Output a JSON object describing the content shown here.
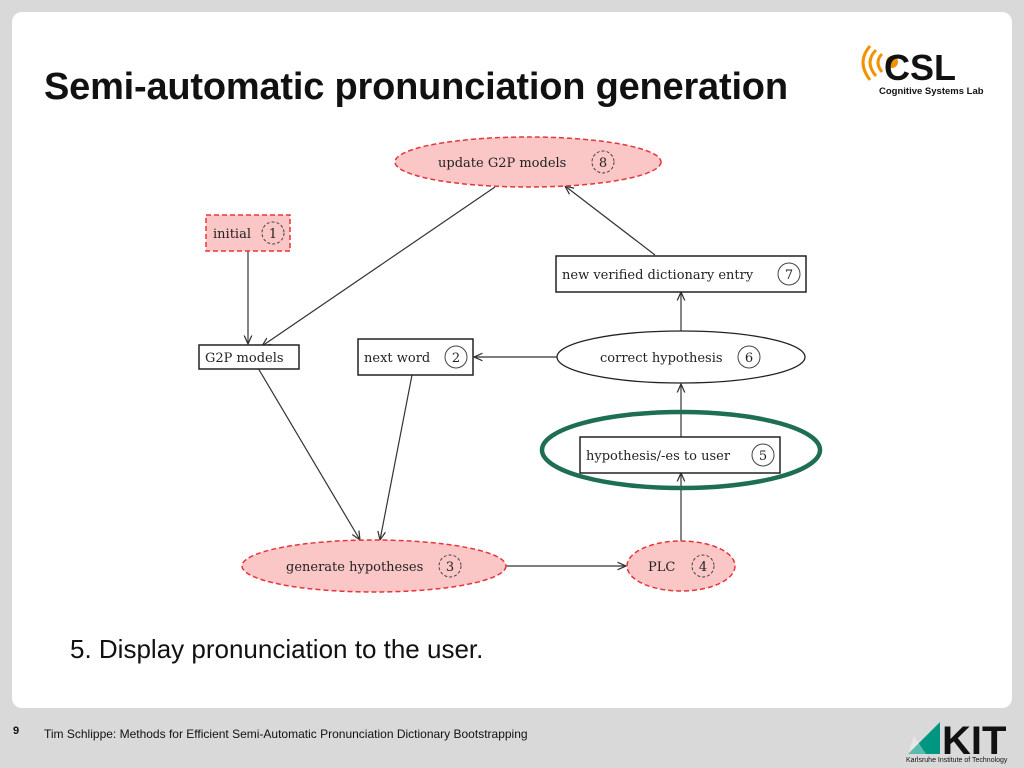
{
  "slide": {
    "title": "Semi-automatic pronunciation generation",
    "caption": "5. Display pronunciation to the user.",
    "page_number": "9",
    "footer_text": "Tim Schlippe:  Methods for Efficient Semi-Automatic Pronunciation Dictionary Bootstrapping"
  },
  "logos": {
    "csl_mark": "CSL",
    "csl_subtitle": "Cognitive Systems Lab",
    "kit_mark": "KIT",
    "kit_subtitle": "Karlsruhe Institute of Technology"
  },
  "diagram": {
    "nodes": {
      "initial": {
        "label": "initial",
        "num": "1"
      },
      "next_word": {
        "label": "next word",
        "num": "2"
      },
      "generate_hypotheses": {
        "label": "generate hypotheses",
        "num": "3"
      },
      "plc": {
        "label": "PLC",
        "num": "4"
      },
      "hypotheses_to_user": {
        "label": "hypothesis/-es to user",
        "num": "5"
      },
      "correct_hypothesis": {
        "label": "correct hypothesis",
        "num": "6"
      },
      "new_verified_entry": {
        "label": "new verified dictionary entry",
        "num": "7"
      },
      "update_g2p": {
        "label": "update G2P models",
        "num": "8"
      },
      "g2p_models": {
        "label": "G2P models"
      }
    },
    "colors": {
      "highlight_fill": "#fbc6c6",
      "highlight_stroke": "#e8343c",
      "focus_ring": "#1e6e52",
      "edge": "#333333"
    }
  }
}
